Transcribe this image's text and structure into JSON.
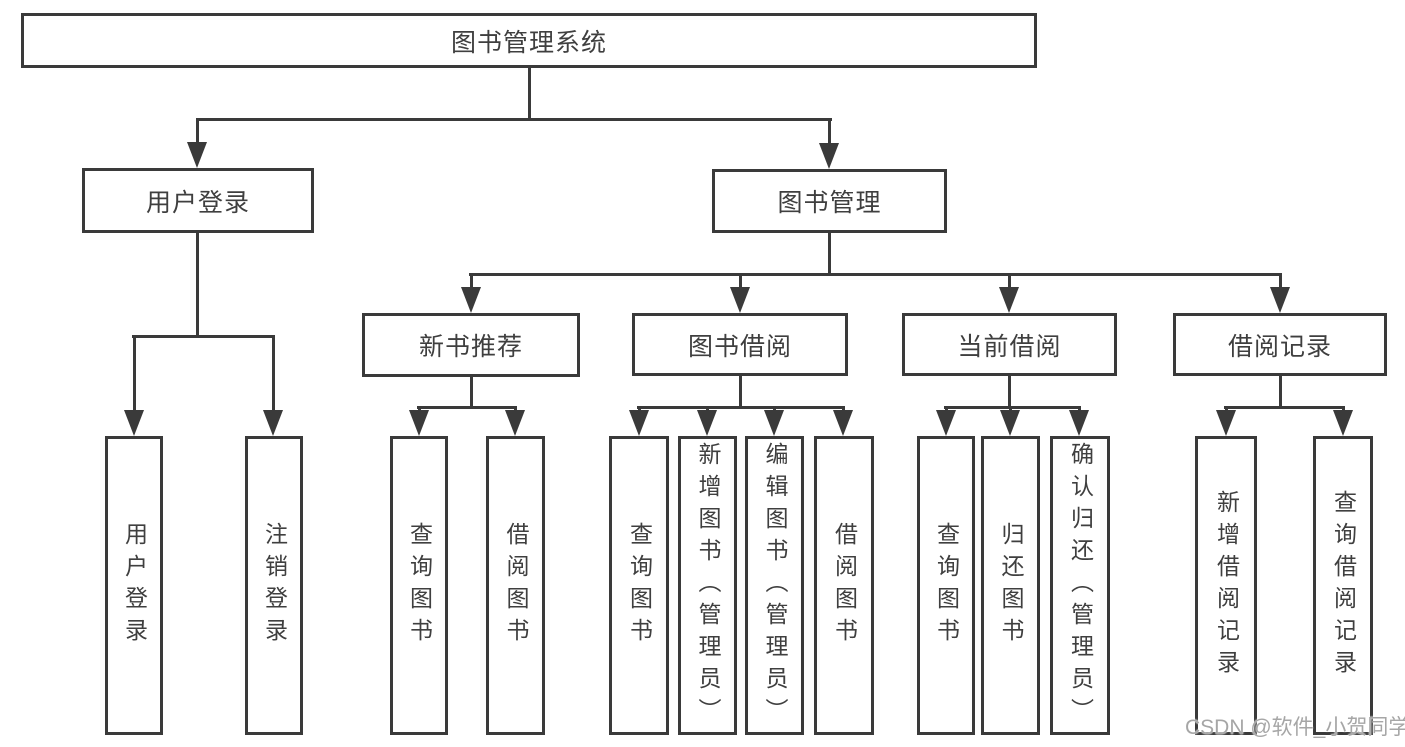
{
  "diagram": {
    "root": {
      "label": "图书管理系统"
    },
    "branches": [
      {
        "label": "用户登录",
        "children": [
          {
            "label": "用户登录"
          },
          {
            "label": "注销登录"
          }
        ]
      },
      {
        "label": "图书管理",
        "children": [
          {
            "label": "新书推荐",
            "children": [
              {
                "label": "查询图书"
              },
              {
                "label": "借阅图书"
              }
            ]
          },
          {
            "label": "图书借阅",
            "children": [
              {
                "label": "查询图书"
              },
              {
                "label": "新增图书（管理员）"
              },
              {
                "label": "编辑图书（管理员）"
              },
              {
                "label": "借阅图书"
              }
            ]
          },
          {
            "label": "当前借阅",
            "children": [
              {
                "label": "查询图书"
              },
              {
                "label": "归还图书"
              },
              {
                "label": "确认归还（管理员）"
              }
            ]
          },
          {
            "label": "借阅记录",
            "children": [
              {
                "label": "新增借阅记录"
              },
              {
                "label": "查询借阅记录"
              }
            ]
          }
        ]
      }
    ]
  },
  "watermark": {
    "text": "CSDN @软件_小贺同学"
  },
  "colors": {
    "line": "#3a3a3a",
    "text": "#3f3f3f",
    "watermark": "#a6a6a6",
    "background": "#ffffff"
  }
}
